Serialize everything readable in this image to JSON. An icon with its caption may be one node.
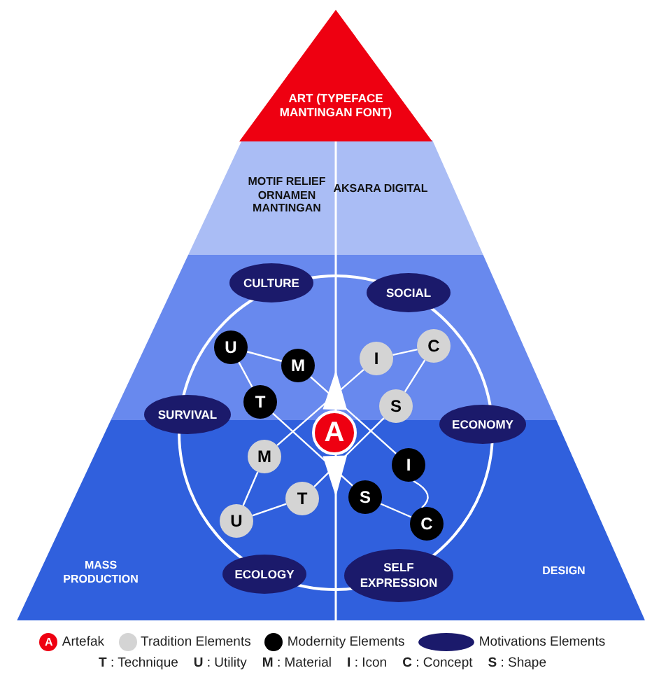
{
  "diagram": {
    "nodes": [
      {
        "text": [
          "ART (TYPEFACE MANTINGAN FONT)"
        ]
      },
      {
        "text": [
          "CULTURE"
        ]
      },
      {
        "text": [
          "SOCIAL"
        ]
      },
      {
        "text": [
          "U"
        ]
      },
      {
        "text": [
          "M"
        ]
      },
      {
        "text": [
          "I"
        ]
      },
      {
        "text": [
          "C"
        ]
      },
      {
        "text": [
          "T"
        ]
      },
      {
        "text": [
          "SURVIVAL"
        ]
      },
      {
        "text": [
          "S"
        ]
      },
      {
        "text": [
          "ECONOMY"
        ]
      },
      {
        "text": [
          "A"
        ]
      },
      {
        "text": [
          "M"
        ]
      },
      {
        "text": [
          "I"
        ]
      },
      {
        "text": [
          "T"
        ]
      },
      {
        "text": [
          "S"
        ]
      },
      {
        "text": [
          "U"
        ]
      },
      {
        "text": [
          "C"
        ]
      },
      {
        "text": [
          "ECOLOGY"
        ]
      },
      {
        "text": [
          "SELF EXPRESSION"
        ]
      }
    ],
    "edges": [
      {
        "from": 3,
        "to": 4,
        "arrow": "none"
      },
      {
        "from": 3,
        "to": 7,
        "arrow": "none"
      },
      {
        "from": 4,
        "to": 13,
        "arrow": "none"
      },
      {
        "from": 7,
        "to": 15,
        "arrow": "none"
      },
      {
        "from": 13,
        "to": 17,
        "arrow": "none"
      },
      {
        "from": 15,
        "to": 17,
        "arrow": "none"
      },
      {
        "from": 5,
        "to": 6,
        "arrow": "none"
      },
      {
        "from": 6,
        "to": 9,
        "arrow": "none"
      },
      {
        "from": 5,
        "to": 12,
        "arrow": "none"
      },
      {
        "from": 9,
        "to": 14,
        "arrow": "none"
      },
      {
        "from": 12,
        "to": 16,
        "arrow": "none"
      },
      {
        "from": 16,
        "to": 14,
        "arrow": "none"
      },
      {
        "from": 11,
        "to": null,
        "arrow": "to"
      },
      {
        "from": 11,
        "to": null,
        "arrow": "to"
      }
    ],
    "labels": [
      "MOTIF RELIEF ORNAMEN MANTINGAN",
      "AKSARA DIGITAL",
      "MASS PRODUCTION",
      "DESIGN",
      "A",
      "**T** : Technique",
      "**U** : Utility",
      "**M** : Material",
      "**I** : Icon",
      "**C** : Concept",
      "**S** : Shape"
    ],
    "legend": [
      {
        "text": "Artefak",
        "color": "#ee0011"
      },
      {
        "text": "Tradition Elements",
        "color": "#d4d4d4"
      },
      {
        "text": "Modernity Elements",
        "color": "#000000"
      },
      {
        "text": "Motivations Elements",
        "color": "#1b1a6b"
      }
    ]
  }
}
